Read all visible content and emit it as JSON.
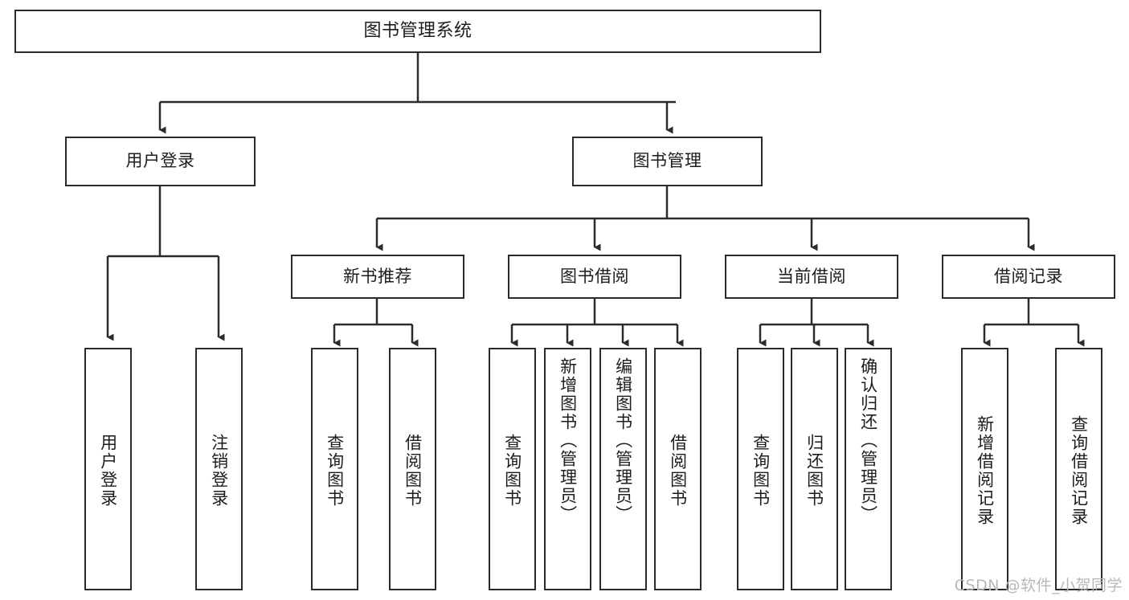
{
  "diagram": {
    "title": "图书管理系统",
    "watermark": "CSDN @软件_小贺同学",
    "colors": {
      "stroke": "#2b2b2b",
      "fill": "#ffffff",
      "text": "#1d1d1d",
      "watermark": "#b8b8b8"
    },
    "nodes": {
      "root": "图书管理系统",
      "user_login": "用户登录",
      "book_manage": "图书管理",
      "new_book_rec": "新书推荐",
      "book_borrow": "图书借阅",
      "current_borrow": "当前借阅",
      "borrow_record": "借阅记录",
      "leaf_user_login": "用户登录",
      "leaf_logout": "注销登录",
      "leaf_query_book_1": "查询图书",
      "leaf_borrow_book_1": "借阅图书",
      "leaf_query_book_2": "查询图书",
      "leaf_add_book_admin": "新增图书（管理员）",
      "leaf_edit_book_admin": "编辑图书（管理员）",
      "leaf_borrow_book_2": "借阅图书",
      "leaf_query_book_3": "查询图书",
      "leaf_return_book": "归还图书",
      "leaf_confirm_return_admin": "确认归还（管理员）",
      "leaf_add_record": "新增借阅记录",
      "leaf_query_record": "查询借阅记录"
    }
  }
}
